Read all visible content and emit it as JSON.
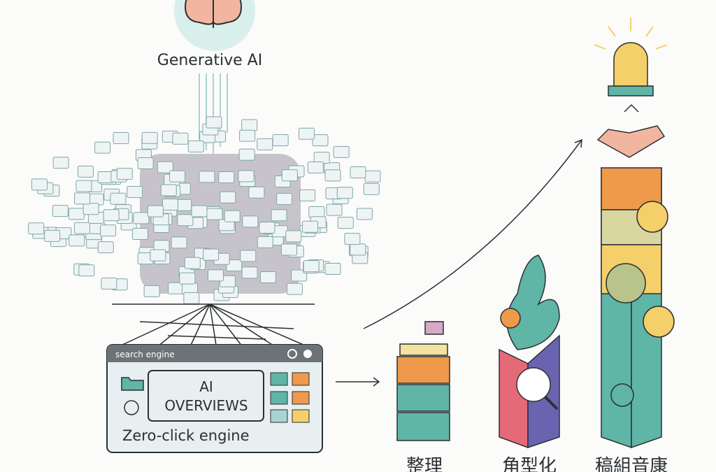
{
  "top": {
    "title": "Generative AI"
  },
  "search_window": {
    "search_label": "search engine",
    "panel_line1": "AI",
    "panel_line2": "OVERVIEWS",
    "caption": "Zero-click engine"
  },
  "pillars": [
    {
      "label": "整理"
    },
    {
      "label": "角型化"
    },
    {
      "label": "稿組音康"
    }
  ],
  "colors": {
    "teal": "#5fb5a6",
    "orange": "#ee9a4a",
    "yellow": "#f4cf6a",
    "purple": "#6a64b0",
    "pink": "#e56a78",
    "gray_cloud": "#9a97a3",
    "outline": "#2b2f33"
  }
}
